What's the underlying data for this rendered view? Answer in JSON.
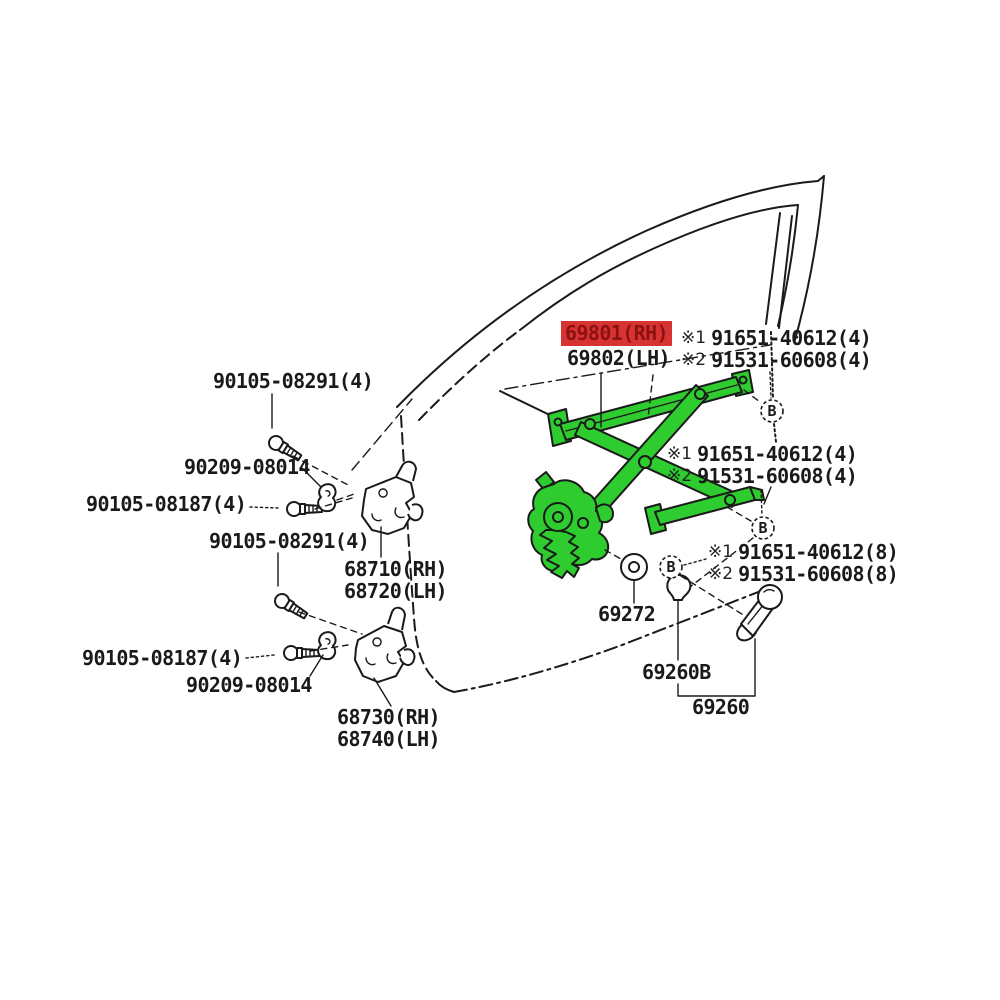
{
  "diagram": {
    "kind": "exploded-parts-diagram",
    "subject": "front door glass window regulator, hinges and handle",
    "colors": {
      "paper": "#ffffff",
      "line": "#1a1a1a",
      "highlight_green": "#2ecc2e",
      "highlight_red_bg": "#d83333",
      "highlight_red_text": "#8c1212"
    },
    "parts": {
      "bolt_291_top": "90105-08291(4)",
      "grommet_top": "90209-08014",
      "bolt_187_top": "90105-08187(4)",
      "bolt_291_mid": "90105-08291(4)",
      "hinge_upper_rh": "68710(RH)",
      "hinge_upper_lh": "68720(LH)",
      "bolt_187_bottom": "90105-08187(4)",
      "grommet_bottom": "90209-08014",
      "hinge_lower_rh": "68730(RH)",
      "hinge_lower_lh": "68740(LH)",
      "regulator_rh": "69801(RH)",
      "regulator_lh": "69802(LH)",
      "roller": "69272",
      "handle_pad": "69260B",
      "handle": "69260"
    },
    "fastener_notes": {
      "upper": {
        "ref1": "※1",
        "num1": "91651-40612(4)",
        "ref2": "※2",
        "num2": "91531-60608(4)"
      },
      "middle": {
        "ref1": "※1",
        "num1": "91651-40612(4)",
        "ref2": "※2",
        "num2": "91531-60608(4)"
      },
      "lower": {
        "ref1": "※1",
        "num1": "91651-40612(8)",
        "ref2": "※2",
        "num2": "91531-60608(8)"
      }
    },
    "markers": {
      "b": "B"
    }
  }
}
